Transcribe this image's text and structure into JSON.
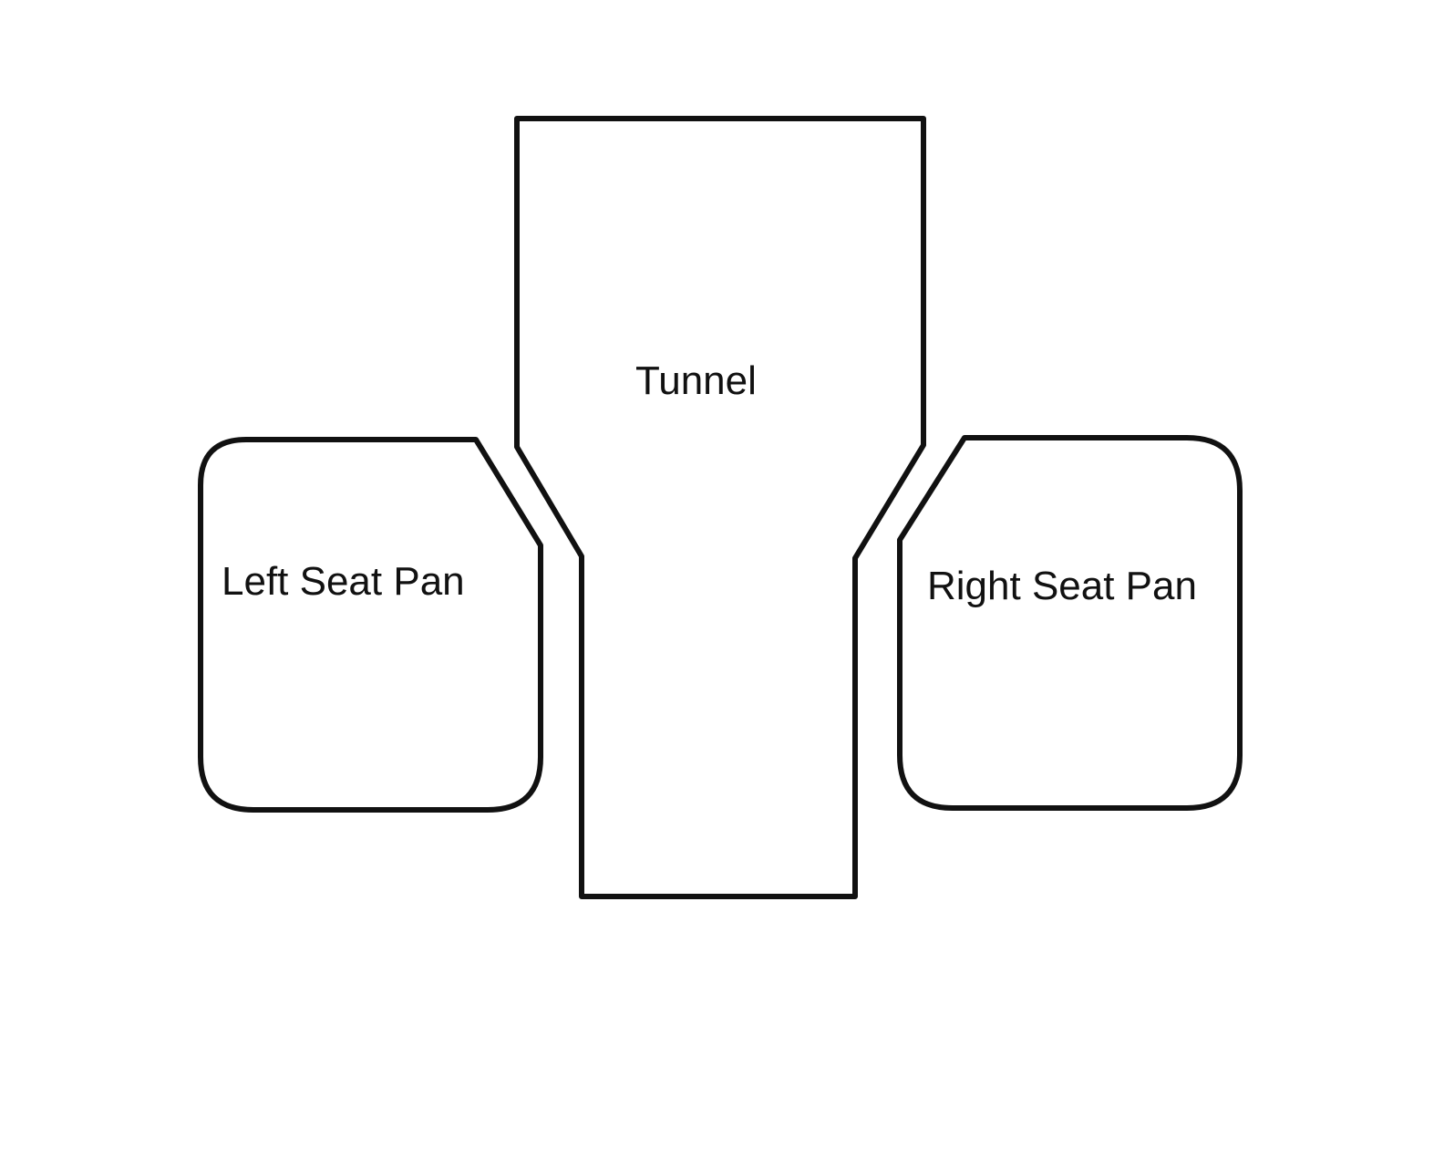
{
  "diagram": {
    "tunnel": {
      "label": "Tunnel"
    },
    "left_seat_pan": {
      "label": "Left Seat Pan"
    },
    "right_seat_pan": {
      "label": "Right Seat Pan"
    },
    "stroke_color": "#111111",
    "background_color": "#ffffff"
  }
}
